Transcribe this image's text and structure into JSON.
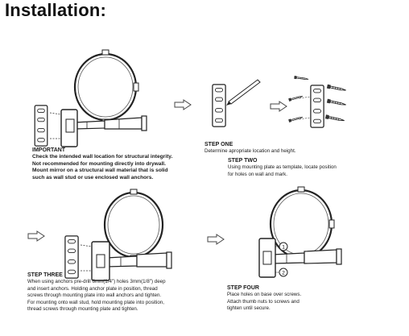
{
  "title": "Installation:",
  "important": {
    "heading": "IMPORTANT",
    "lines": [
      "Check the intended wall location for structural integrity.",
      "Not recommended for mounting directly into drywall.",
      "Mount mirror on a structural wall material that is solid",
      "such as wall stud or use enclosed wall anchors."
    ]
  },
  "step_one": {
    "heading": "STEP ONE",
    "lines": [
      "Determine apropriate location and height."
    ]
  },
  "step_two": {
    "heading": "STEP TWO",
    "lines": [
      "Using mounting plate as template, locate position",
      "for holes on wall and mark."
    ]
  },
  "step_three": {
    "heading": "STEP THREE",
    "lines": [
      "When using anchors pre-drill 6mm(1/4\") holes 3mm(1/8\") deep",
      "and insert anchors. Holding anchor plate in position, thread",
      "screws through mounting plate into wall anchors and tighten.",
      "For mounting onto wall stud, hold mounting plate into position,",
      "thread screws through mounting plate and tighten."
    ]
  },
  "step_four": {
    "heading": "STEP FOUR",
    "lines": [
      "Place holes on base over screws.",
      "Attach thumb nuts to screws and",
      "tighten until secure."
    ]
  },
  "callouts": {
    "label_1": "1",
    "label_2": "2"
  }
}
